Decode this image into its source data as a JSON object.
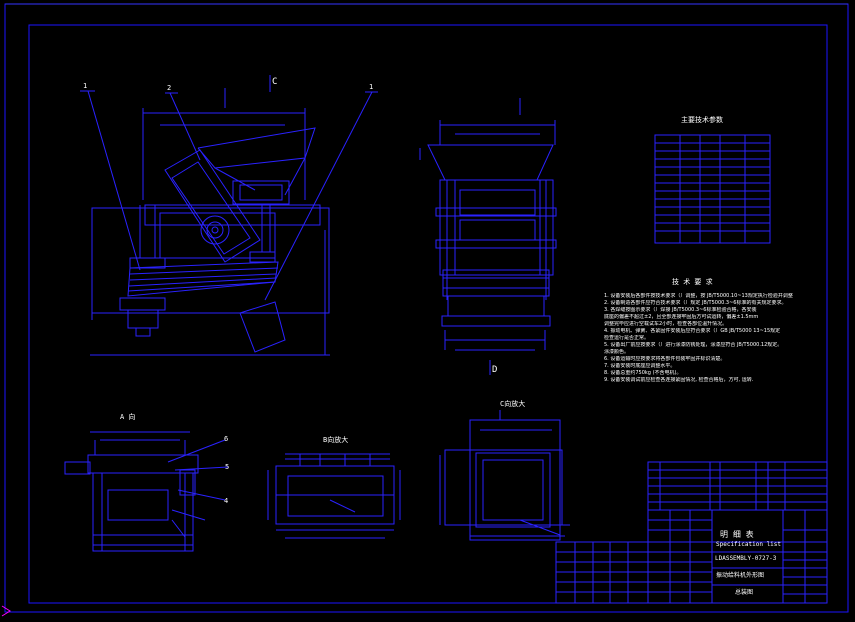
{
  "drawing": {
    "colors": {
      "background": "#000000",
      "frame": "#1c14ff",
      "lines": "#2a22ff",
      "text": "#ffffff",
      "cursor": "#ff00ff"
    },
    "view_labels": {
      "section_c_top": "C",
      "section_d_bottom": "D",
      "leader_1_left": "1",
      "leader_2": "2",
      "leader_1_right": "1",
      "view_a": "A 向",
      "view_b": "B向放大",
      "view_c": "C向放大",
      "leader_6": "6",
      "leader_5": "5",
      "leader_4": "4"
    },
    "technical_requirements_title": "技 术 要 求",
    "technical_requirements": [
      "1.  设备安装后各部件按技术要求（）调整，按 JB/T5000.10~13规定执行检验并调整",
      "2.  设备制造各部件应符合技术要求（）规定 JB/T5000.3~6标准的有关规定要求。",
      "3.  各焊缝按图示要求（）焊接 JB/T5000.3~6标准检验合格，各安装",
      "     底座的偏差不超过±2，且全部连接牢固后方可试运转，偏差±1.5mm",
      "     调整完毕应进行空载试车2小时，检查各部位温升情况。",
      "4.  振动电机、弹簧、各紧固件安装后应符合要求（）GB JB/T5000 13~15规定",
      "     检查运行是否正常。",
      "5.  设备出厂前应按要求（）进行涂漆防锈处理，涂漆应符合 JB/T5000.12规定。",
      "     涂漆颜色。",
      "6.  设备运输时应按要求将各部件包装牢固并标识清楚。",
      "7.  设备安装时底座应调整水平。",
      "8.  设备总重约750kg  (不含电机)。",
      "9.  设备安装调试前应检查各连接紧固情况, 检查合格后，方可, 运转."
    ],
    "param_table_title": "主要技术参数",
    "title_block": {
      "drawing_name": "明 细 表",
      "drawing_name_en": "Specification list",
      "drawing_code": "LDASSEMBLY-0727-3",
      "product_name": "振动给料机外形图",
      "sheet_title": "总装图"
    }
  }
}
